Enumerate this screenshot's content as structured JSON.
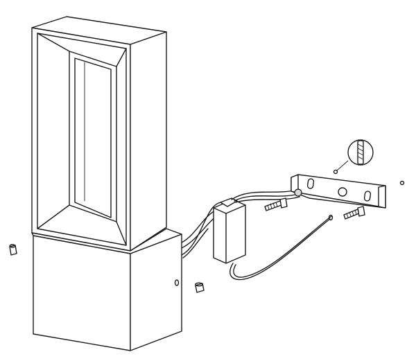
{
  "figure": {
    "kind": "exploded assembly line drawing",
    "parts": [
      {
        "id": "lamp-head",
        "icon": "rectangular-lamp-frame"
      },
      {
        "id": "lamp-base",
        "icon": "mounting-box"
      },
      {
        "id": "driver",
        "icon": "led-driver-box"
      },
      {
        "id": "cable",
        "icon": "power-cable"
      },
      {
        "id": "bracket",
        "icon": "wall-mounting-bracket"
      },
      {
        "id": "screws",
        "icon": "screw",
        "count": 2
      },
      {
        "id": "dowel",
        "icon": "wall-plug-detail"
      },
      {
        "id": "caps",
        "icon": "screw-cap",
        "count": 2
      }
    ]
  }
}
